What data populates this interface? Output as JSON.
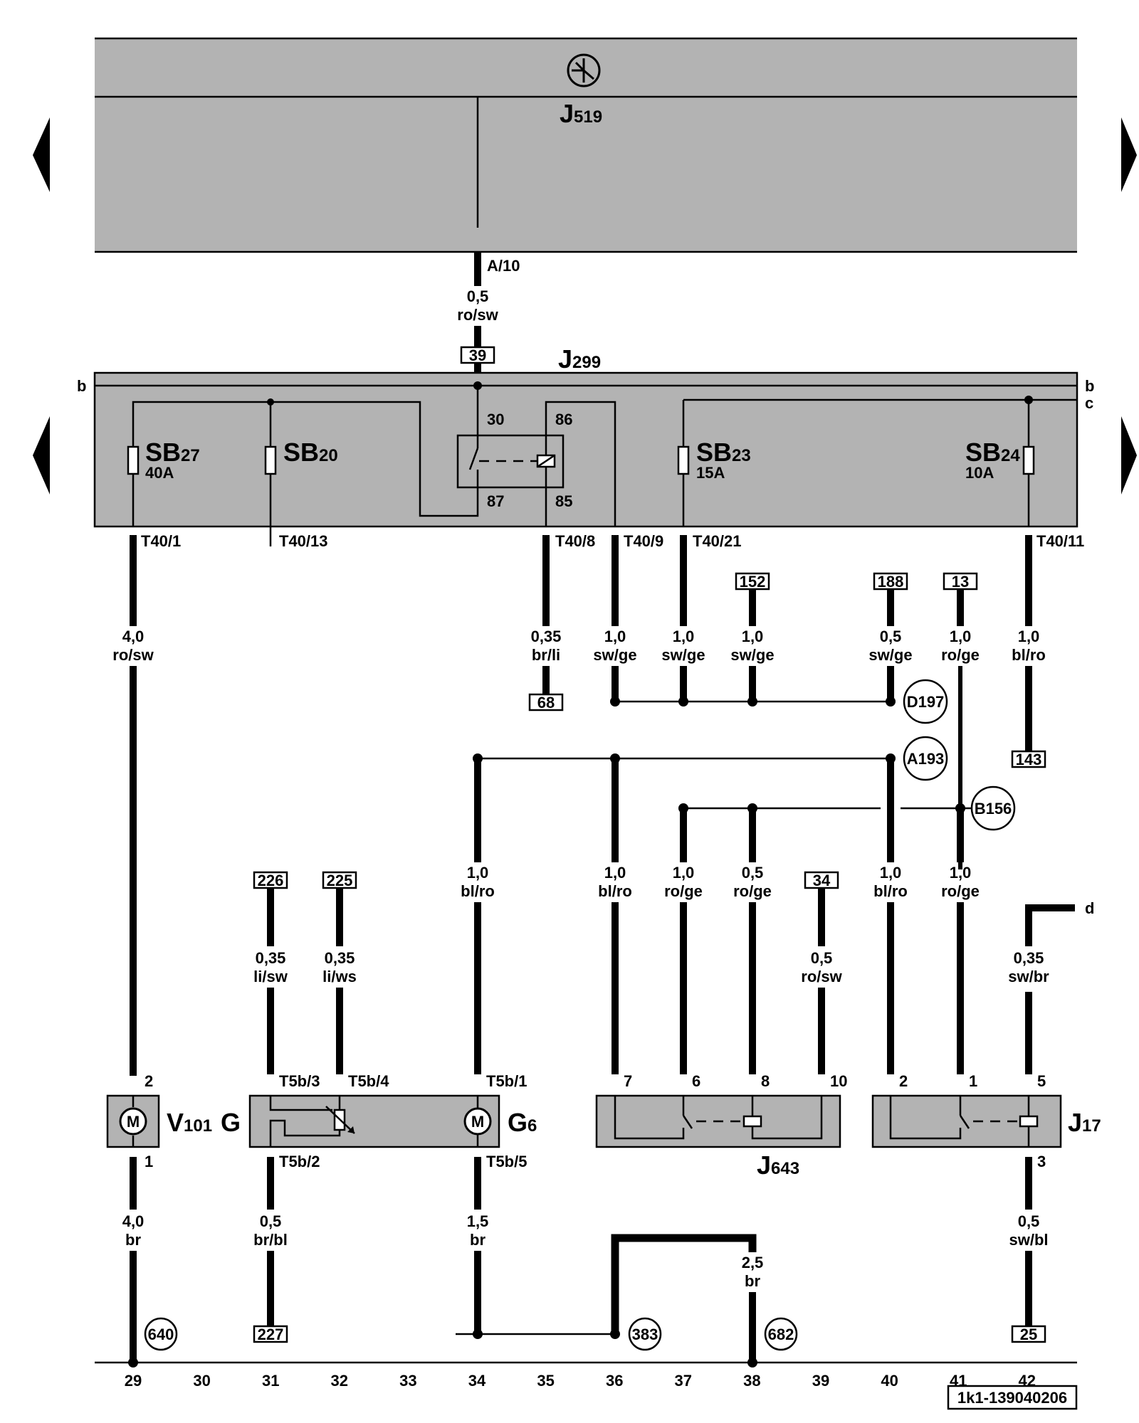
{
  "title_code": "1k1-139040206",
  "components": {
    "J519": {
      "main": "J",
      "sub": "519"
    },
    "J299": {
      "main": "J",
      "sub": "299"
    },
    "SB27": {
      "main": "SB",
      "sub": "27",
      "rating": "40A"
    },
    "SB20": {
      "main": "SB",
      "sub": "20"
    },
    "SB23": {
      "main": "SB",
      "sub": "23",
      "rating": "15A"
    },
    "SB24": {
      "main": "SB",
      "sub": "24",
      "rating": "10A"
    },
    "V101": {
      "main": "V",
      "sub": "101"
    },
    "G": {
      "main": "G"
    },
    "G6": {
      "main": "G",
      "sub": "6"
    },
    "J643": {
      "main": "J",
      "sub": "643"
    },
    "J17": {
      "main": "J",
      "sub": "17"
    },
    "motor": "M"
  },
  "bus_labels": {
    "b_left": "b",
    "b_right": "b",
    "c_right": "c",
    "d_right": "d"
  },
  "pins": {
    "a10": "A/10",
    "relay30": "30",
    "relay86": "86",
    "relay87": "87",
    "relay85": "85",
    "t40_1": "T40/1",
    "t40_13": "T40/13",
    "t40_8": "T40/8",
    "t40_9": "T40/9",
    "t40_21": "T40/21",
    "t40_11": "T40/11",
    "v101_2": "2",
    "v101_1": "1",
    "t5b_3": "T5b/3",
    "t5b_4": "T5b/4",
    "t5b_1": "T5b/1",
    "t5b_2": "T5b/2",
    "t5b_5": "T5b/5",
    "j643_7": "7",
    "j643_6": "6",
    "j643_8": "8",
    "j643_10": "10",
    "j17_2": "2",
    "j17_1": "1",
    "j17_5": "5",
    "j17_3": "3"
  },
  "wires": {
    "w_a10": {
      "size": "0,5",
      "color": "ro/sw"
    },
    "w_t40_1": {
      "size": "4,0",
      "color": "ro/sw"
    },
    "w_t40_8": {
      "size": "0,35",
      "color": "br/li"
    },
    "w_t40_9": {
      "size": "1,0",
      "color": "sw/ge"
    },
    "w_t40_21": {
      "size": "1,0",
      "color": "sw/ge"
    },
    "w_152": {
      "size": "1,0",
      "color": "sw/ge"
    },
    "w_188": {
      "size": "0,5",
      "color": "sw/ge"
    },
    "w_13": {
      "size": "1,0",
      "color": "ro/ge"
    },
    "w_t40_11": {
      "size": "1,0",
      "color": "bl/ro"
    },
    "w_226": {
      "size": "0,35",
      "color": "li/sw"
    },
    "w_225": {
      "size": "0,35",
      "color": "li/ws"
    },
    "w_t5b_1": {
      "size": "1,0",
      "color": "bl/ro"
    },
    "w_j643_7": {
      "size": "1,0",
      "color": "bl/ro"
    },
    "w_j643_6": {
      "size": "1,0",
      "color": "ro/ge"
    },
    "w_j643_8": {
      "size": "0,5",
      "color": "ro/ge"
    },
    "w_j643_10": {
      "size": "0,5",
      "color": "ro/sw"
    },
    "w_j17_2": {
      "size": "1,0",
      "color": "bl/ro"
    },
    "w_j17_1": {
      "size": "1,0",
      "color": "ro/ge"
    },
    "w_j17_5": {
      "size": "0,35",
      "color": "sw/br"
    },
    "w_v101_1": {
      "size": "4,0",
      "color": "br"
    },
    "w_t5b_2": {
      "size": "0,5",
      "color": "br/bl"
    },
    "w_t5b_5": {
      "size": "1,5",
      "color": "br"
    },
    "w_682": {
      "size": "2,5",
      "color": "br"
    },
    "w_j17_3": {
      "size": "0,5",
      "color": "sw/bl"
    }
  },
  "ref_boxes": {
    "r39": "39",
    "r68": "68",
    "r152": "152",
    "r188": "188",
    "r13": "13",
    "r143": "143",
    "r226": "226",
    "r225": "225",
    "r34": "34",
    "r227": "227",
    "r25": "25"
  },
  "connectors": {
    "d197": "D197",
    "a193": "A193",
    "b156": "B156",
    "c640": "640",
    "c383": "383",
    "c682": "682"
  },
  "grid_numbers": [
    "29",
    "30",
    "31",
    "32",
    "33",
    "34",
    "35",
    "36",
    "37",
    "38",
    "39",
    "40",
    "41",
    "42"
  ]
}
